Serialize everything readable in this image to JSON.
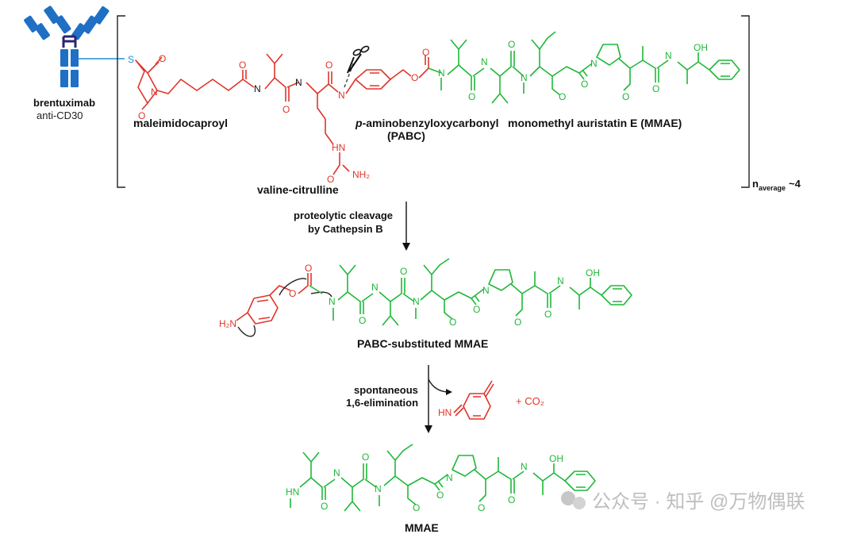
{
  "antibody": {
    "name": "brentuximab",
    "target": "anti-CD30",
    "linker_atom": "S"
  },
  "top": {
    "label_mc": "maleimidocaproyl",
    "label_vc": "valine-citrulline",
    "label_pabc_italic": "p",
    "label_pabc_rest": "-aminobenzyloxycarbonyl",
    "label_pabc_abbr": "(PABC)",
    "label_mmae": "monomethyl auristatin E (MMAE)",
    "n_main": "n",
    "n_sub": "average",
    "n_val": "~4"
  },
  "step1": {
    "line1": "proteolytic cleavage",
    "line2": "by Cathepsin B"
  },
  "middle": {
    "label": "PABC-substituted MMAE",
    "h2n": "H₂N"
  },
  "step2": {
    "line1": "spontaneous",
    "line2": "1,6-elimination",
    "byproduct_hn": "HN",
    "co2": "+ CO₂"
  },
  "bottom": {
    "label": "MMAE"
  },
  "atoms": {
    "N": "N",
    "O": "O",
    "OH": "OH",
    "NH2": "NH₂",
    "HN": "HN",
    "S": "S"
  },
  "watermark": "公众号 · 知乎 @万物偶联",
  "colors": {
    "payload": "#1fb83a",
    "linker": "#e0352b",
    "antibody": "#1f6fc5"
  }
}
